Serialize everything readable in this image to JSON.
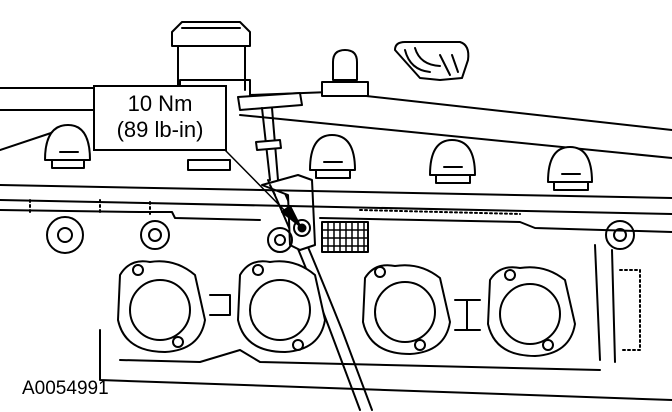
{
  "callout": {
    "torque_nm": "10 Nm",
    "torque_lbin": "(89 lb-in)"
  },
  "figure_id": "A0054991",
  "colors": {
    "line": "#000000",
    "paper": "#ffffff"
  }
}
